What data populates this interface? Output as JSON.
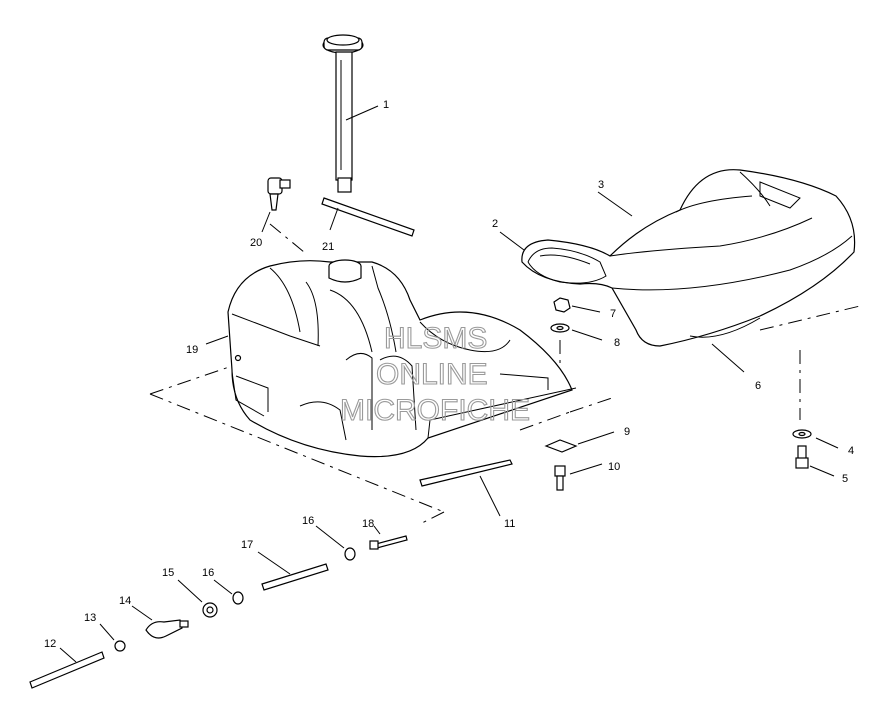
{
  "watermark": {
    "line1": "HLSMS",
    "line2": "ONLINE",
    "line3": "MICROFICHE"
  },
  "callouts": [
    {
      "id": "1",
      "label": "1",
      "part": "fuel-gauge-sender"
    },
    {
      "id": "2",
      "label": "2",
      "part": "seat-base"
    },
    {
      "id": "3",
      "label": "3",
      "part": "seat-cover"
    },
    {
      "id": "4",
      "label": "4",
      "part": "washer"
    },
    {
      "id": "5",
      "label": "5",
      "part": "bolt"
    },
    {
      "id": "6",
      "label": "6",
      "part": "seat-assembly"
    },
    {
      "id": "7",
      "label": "7",
      "part": "nut"
    },
    {
      "id": "8",
      "label": "8",
      "part": "washer"
    },
    {
      "id": "9",
      "label": "9",
      "part": "plate"
    },
    {
      "id": "10",
      "label": "10",
      "part": "bolt"
    },
    {
      "id": "11",
      "label": "11",
      "part": "strap"
    },
    {
      "id": "12",
      "label": "12",
      "part": "fuel-line"
    },
    {
      "id": "13",
      "label": "13",
      "part": "clamp"
    },
    {
      "id": "14",
      "label": "14",
      "part": "fuel-valve"
    },
    {
      "id": "15",
      "label": "15",
      "part": "filter"
    },
    {
      "id": "16",
      "label": "16",
      "part": "clamp"
    },
    {
      "id": "17",
      "label": "17",
      "part": "fuel-line"
    },
    {
      "id": "18",
      "label": "18",
      "part": "fitting"
    },
    {
      "id": "19",
      "label": "19",
      "part": "fuel-tank"
    },
    {
      "id": "20",
      "label": "20",
      "part": "vent-fitting"
    },
    {
      "id": "21",
      "label": "21",
      "part": "vent-hose"
    }
  ]
}
